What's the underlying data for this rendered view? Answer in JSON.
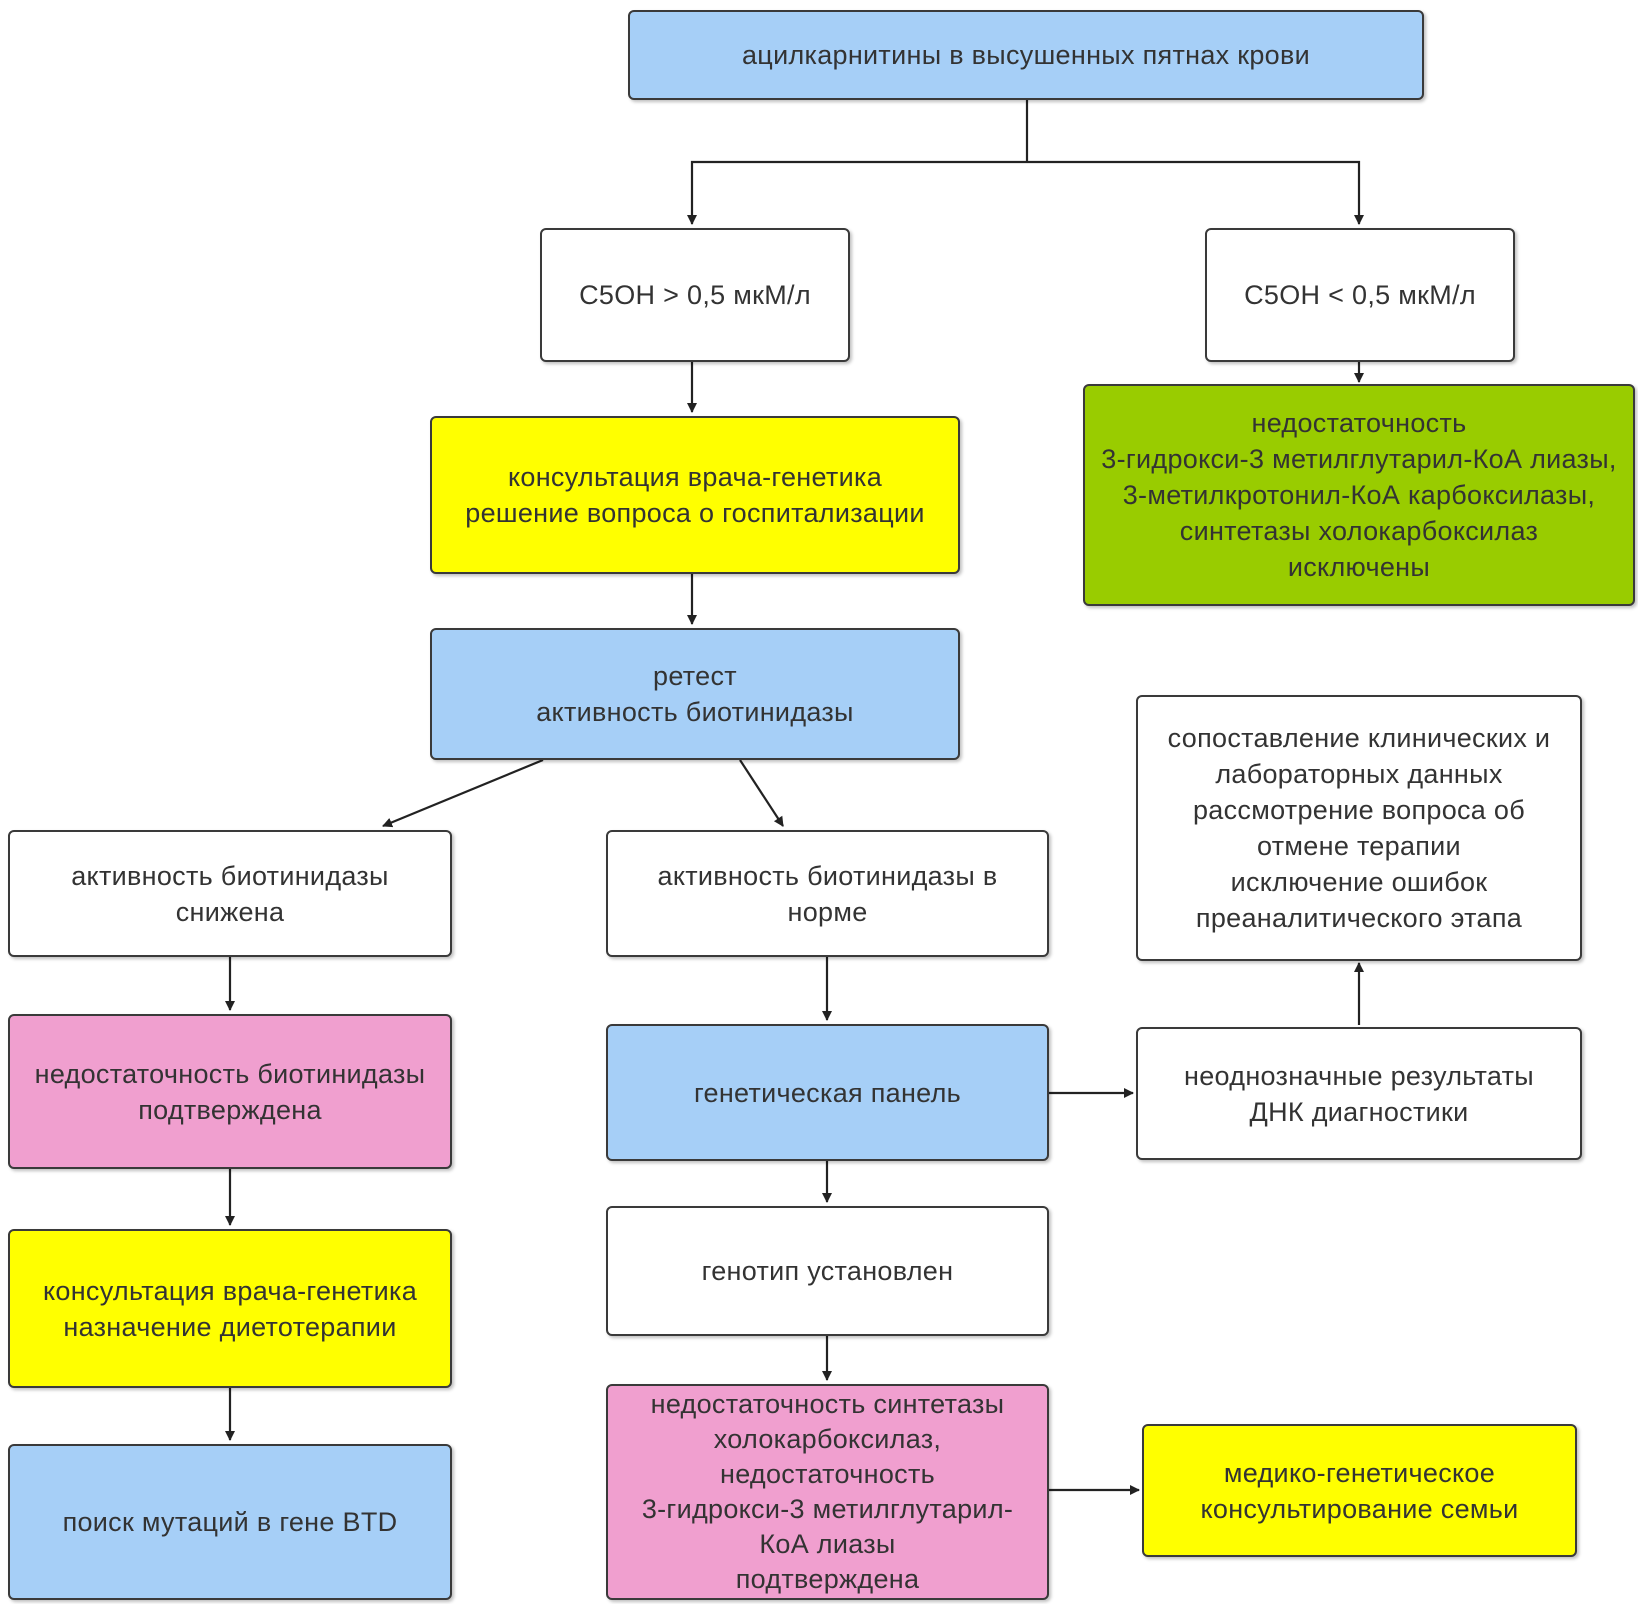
{
  "colors": {
    "blue": "#a6cff7",
    "white": "#ffffff",
    "yellow": "#ffff00",
    "green": "#99cc00",
    "pink": "#f09fcf",
    "stroke": "#3a3a3a"
  },
  "nodes": {
    "acylcarnitines": "ацилкарнитины в высушенных пятнах крови",
    "c5oh_high": "C5OH > 0,5 мкМ/л",
    "c5oh_low": "C5OH < 0,5 мкМ/л",
    "consult_hospital": "консультация врача-генетика\nрешение вопроса о госпитализации",
    "excluded": "недостаточность\n3-гидрокси-3 метилглутарил-КоА лиазы,\n3-метилкротонил-КоА карбоксилазы,\nсинтетазы холокарбоксилаз\nисключены",
    "retest": "ретест\nактивность биотинидазы",
    "comparison": "сопоставление клинических и\nлабораторных данных\nрассмотрение вопроса об\nотмене терапии\nисключение ошибок\nпреаналитического этапа",
    "activity_low": "активность биотинидазы\nснижена",
    "activity_normal": "активность биотинидазы в\nнорме",
    "deficiency_confirmed": "недостаточность биотинидазы\nподтверждена",
    "genetic_panel": "генетическая панель",
    "ambiguous": "неоднозначные результаты\nДНК диагностики",
    "consult_diet": "консультация врача-генетика\nназначение  диетотерапии",
    "genotype": "генотип установлен",
    "btd_search": "поиск мутаций в гене BTD",
    "synthetase_confirmed": "недостаточность синтетазы\nхолокарбоксилаз,\nнедостаточность\n3-гидрокси-3 метилглутарил-\nКоА лиазы\nподтверждена",
    "family_counseling": "медико-генетическое\nконсультирование семьи"
  }
}
